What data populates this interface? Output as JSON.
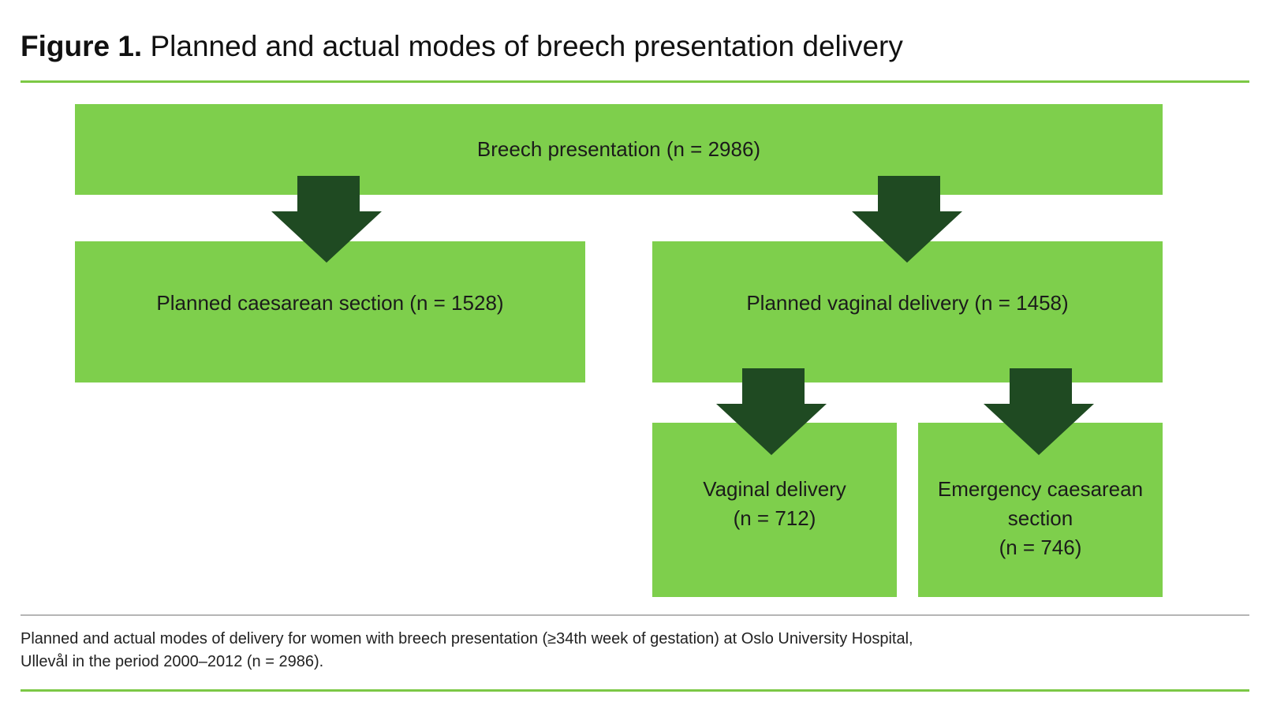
{
  "figure": {
    "label": "Figure 1.",
    "title": "Planned and actual modes of breech presentation delivery"
  },
  "nodes": {
    "root": {
      "label": "Breech presentation  (n = 2986)"
    },
    "planned_caesarean": {
      "label": "Planned caesarean section (n = 1528)"
    },
    "planned_vaginal": {
      "label": "Planned vaginal delivery (n = 1458)"
    },
    "vaginal_delivery": {
      "label": "Vaginal delivery\n(n = 712)"
    },
    "emergency_caesarean": {
      "label": "Emergency caesarean\nsection\n(n = 746)"
    }
  },
  "caption": {
    "line1": "Planned and actual modes of delivery for women with breech presentation (≥34th week of gestation) at Oslo University Hospital,",
    "line2": "Ullevål in the period 2000–2012 (n = 2986)."
  },
  "colors": {
    "box_fill": "#7ecf4c",
    "arrow_fill": "#1f4a22",
    "rule_green": "#7cc845",
    "rule_grey": "#b5b5b5"
  }
}
